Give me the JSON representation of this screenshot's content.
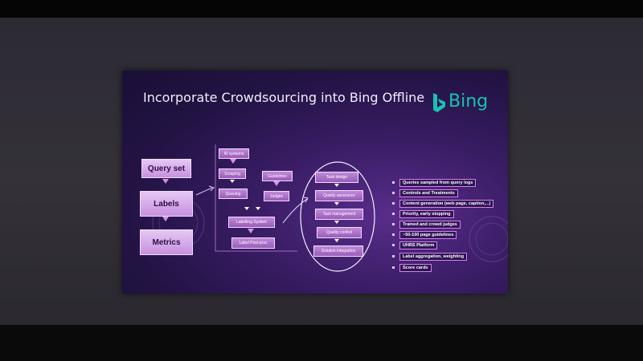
{
  "slide": {
    "title": "Incorporate Crowdsourcing into Bing Offline",
    "logo_text": "Bing"
  },
  "flow_left": [
    "Query set",
    "Labels",
    "Metrics"
  ],
  "flow_middle": {
    "systems": "IR systems",
    "scraping": "Scraping",
    "queuing": "Queuing",
    "guidelines": "Guidelines",
    "judges": "Judges",
    "labelling": "Labelling System",
    "postproc": "Label Post-proc"
  },
  "flow_right": [
    "Task design",
    "Quality assurance",
    "Task management",
    "Quality control",
    "Solution integration"
  ],
  "bullets": [
    "Queries sampled from query logs",
    "Controls and Treatments",
    "Content generation (web page, caption,...)",
    "Priority, early stopping",
    "Trained and crowd judges",
    "~50-100 page guidelines",
    "UHRS Platform",
    "Label aggregation, weighting",
    "Score cards"
  ],
  "colors": {
    "accent": "#d77fe8",
    "logo": "#19c2b0",
    "background": "#3a1d66"
  }
}
